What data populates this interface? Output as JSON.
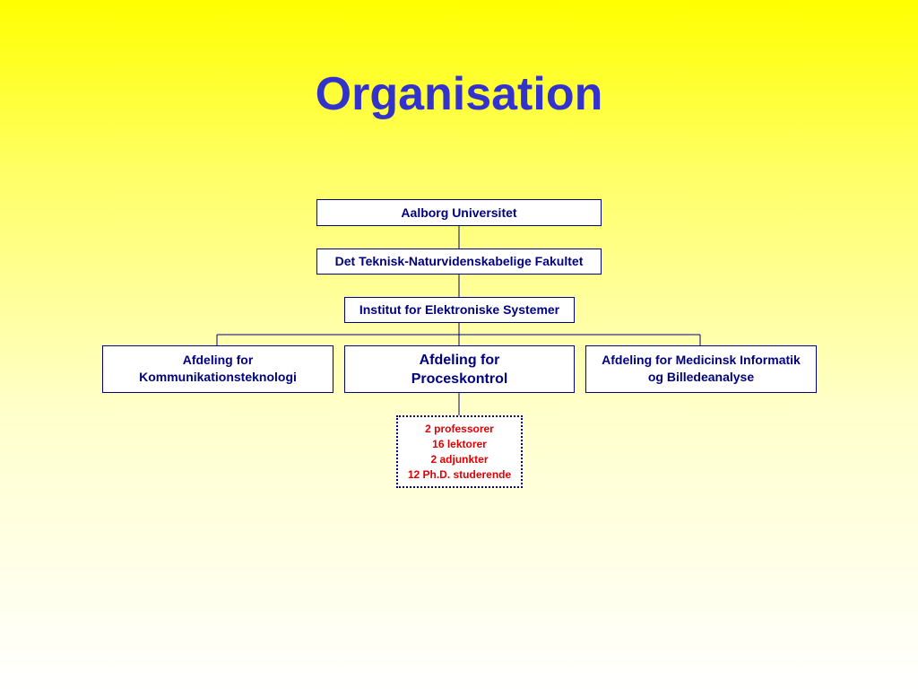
{
  "slide": {
    "title": "Organisation"
  },
  "org_chart": {
    "university": "Aalborg Universitet",
    "faculty": "Det Teknisk-Naturvidenskabelige Fakultet",
    "institute": "Institut for Elektroniske Systemer",
    "departments": [
      "Afdeling for\nKommunikationsteknologi",
      "Afdeling for\nProceskontrol",
      "Afdeling for Medicinsk Informatik\nog Billedeanalyse"
    ],
    "staff": [
      "2 professorer",
      "16 lektorer",
      "2 adjunkter",
      "12 Ph.D. studerende"
    ]
  },
  "colors": {
    "title": "#3333cc",
    "box_text": "#000080",
    "staff_text": "#e00000",
    "connector": "#000080"
  }
}
